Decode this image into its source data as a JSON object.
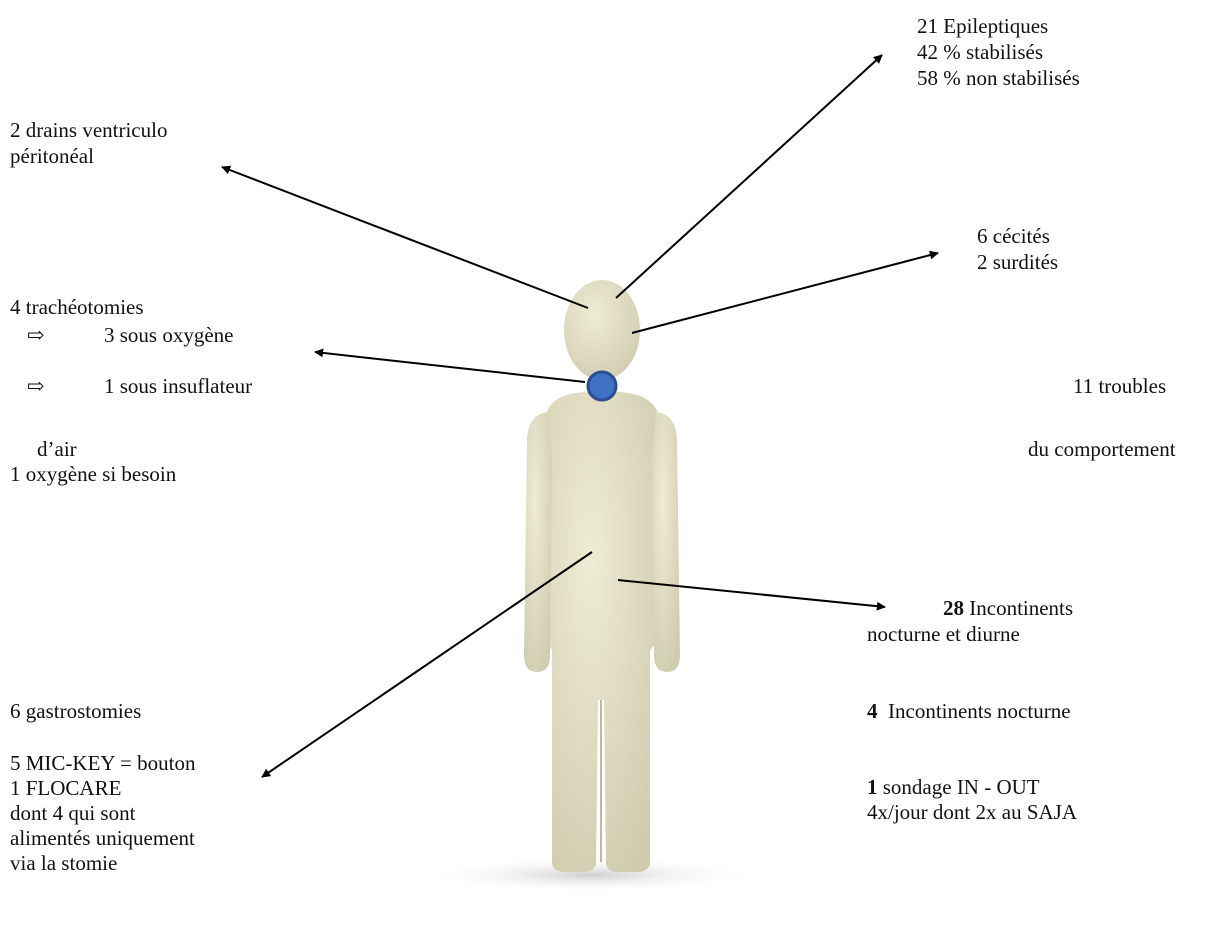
{
  "labels": {
    "epilepsy": {
      "lines": [
        "21 Epileptiques",
        "42 % stabilisés",
        "58 % non stabilisés"
      ]
    },
    "drains": {
      "lines": [
        "2 drains ventriculo",
        "péritonéal"
      ]
    },
    "vision_hearing": {
      "lines": [
        "6 cécités",
        "2 surdités"
      ]
    },
    "tracheotomies": {
      "title": "4 trachéotomies",
      "arrow_glyph": "⇨",
      "items": [
        "3 sous oxygène",
        "1 sous insuflateur"
      ],
      "continuation": "d’air",
      "extra": "1 oxygène si besoin"
    },
    "behavior": {
      "line1": "11 troubles",
      "line2": "du comportement"
    },
    "incontinence_day_night": {
      "count": "28",
      "text": "Incontinents",
      "line2": "nocturne et diurne"
    },
    "incontinence_night": {
      "count": "4",
      "text": "Incontinents nocturne"
    },
    "probing": {
      "count": "1",
      "text": "sondage IN - OUT",
      "line2": "4x/jour dont 2x au SAJA"
    },
    "gastrostomies": {
      "title": "6 gastrostomies",
      "lines": [
        "5 MIC-KEY = bouton",
        "1 FLOCARE",
        "dont 4 qui sont",
        "alimentés uniquement",
        "via la stomie"
      ]
    }
  },
  "colors": {
    "figure_fill": "#e3e0c6",
    "figure_shadow": "#c9c6a9",
    "marker_fill": "#3f72c4",
    "marker_stroke": "#2a4f8c",
    "arrow": "#000000"
  },
  "icons": {
    "figure": "human-figure-icon",
    "trach_marker": "circle-marker-icon"
  }
}
